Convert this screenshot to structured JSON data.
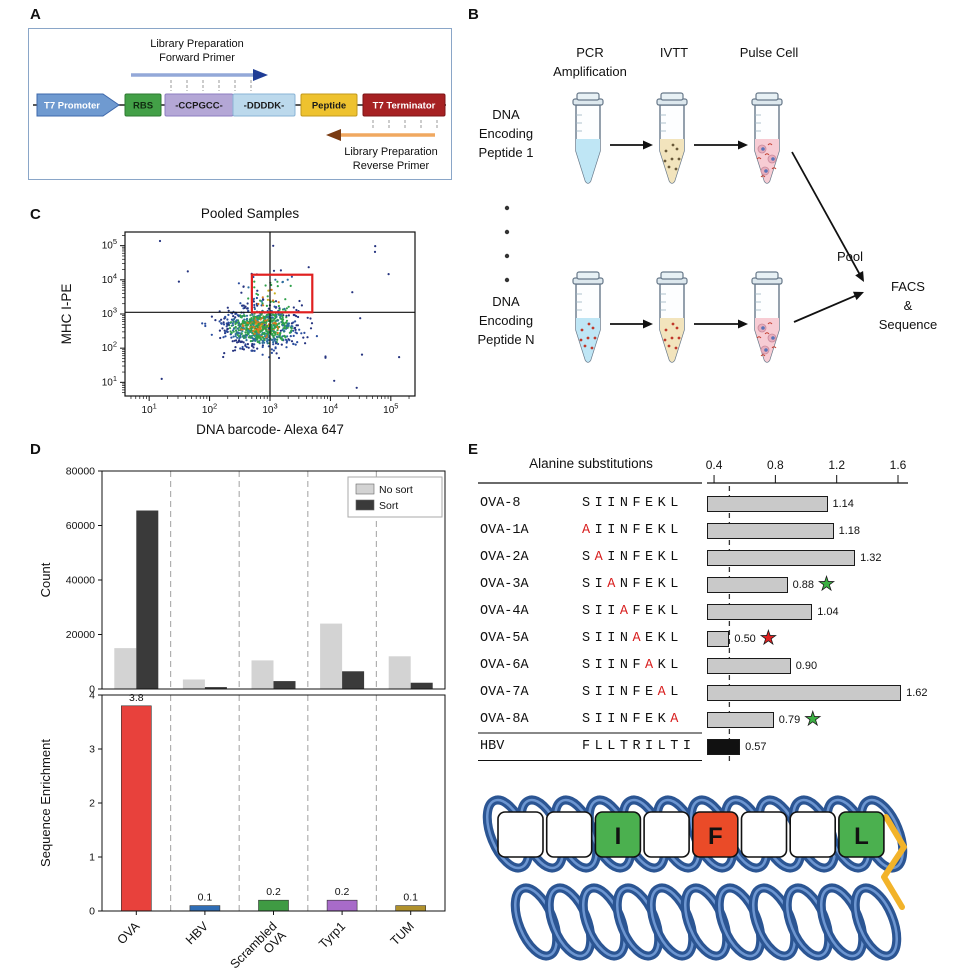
{
  "figure": {
    "panel_labels": {
      "a": "A",
      "b": "B",
      "c": "C",
      "d": "D",
      "e": "E"
    }
  },
  "panel_a": {
    "construct": [
      {
        "label": "T7 Promoter",
        "shape": "arrow",
        "fill": "#6f9ad0",
        "stroke": "#3e68ab",
        "text_color": "#ffffff"
      },
      {
        "label": "RBS",
        "shape": "box",
        "fill": "#43a047",
        "stroke": "#2d7a31",
        "text_color": "#102b10"
      },
      {
        "label": "-CCPGCC-",
        "shape": "box",
        "fill": "#b4a7d6",
        "stroke": "#8d7cc0",
        "text_color": "#1a1a1a"
      },
      {
        "label": "-DDDDK-",
        "shape": "box",
        "fill": "#bcd9ec",
        "stroke": "#8ab4d6",
        "text_color": "#1a1a1a"
      },
      {
        "label": "Peptide",
        "shape": "box",
        "fill": "#eec22f",
        "stroke": "#c3991c",
        "text_color": "#1a1a1a"
      },
      {
        "label": "T7 Terminator",
        "shape": "box",
        "fill": "#a62123",
        "stroke": "#7c1517",
        "text_color": "#ffffff"
      }
    ],
    "forward_primer_label": "Library Preparation\nForward Primer",
    "reverse_primer_label": "Library Preparation\nReverse Primer"
  },
  "panel_b": {
    "col_headers": [
      "PCR\nAmplification",
      "IVTT",
      "Pulse Cell"
    ],
    "row_labels": [
      "DNA\nEncoding\nPeptide 1",
      "DNA\nEncoding\nPeptide N"
    ],
    "pool_label": "Pool",
    "facs_label": "FACS\n&\nSequence"
  },
  "panel_c": {
    "chart_data": {
      "type": "scatter",
      "title": "Pooled Samples",
      "xlabel": "DNA barcode- Alexa 647",
      "ylabel": "MHC I-PE",
      "x_scale": "log",
      "y_scale": "log",
      "x_range_decades": [
        0.6,
        5.4
      ],
      "y_range_decades": [
        0.6,
        5.4
      ],
      "decade_ticks": [
        1,
        2,
        3,
        4,
        5
      ],
      "quadrant_x": 3.0,
      "quadrant_y": 3.05,
      "gate": {
        "x0": 2.7,
        "x1": 3.7,
        "y0": 3.05,
        "y1": 4.15,
        "color": "#e02020"
      },
      "cluster": {
        "cx": 2.85,
        "cy": 2.6,
        "sx": 0.3,
        "sy": 0.27,
        "n": 850,
        "seed": 7
      },
      "tail": {
        "cx": 3.0,
        "cy": 3.5,
        "sx": 0.22,
        "sy": 0.42,
        "n": 70,
        "seed": 11
      },
      "sparse_n": 22,
      "sparse_seed": 23
    }
  },
  "panel_d": {
    "chart_data": [
      {
        "type": "bar",
        "ylabel": "Count",
        "ylim": [
          0,
          80000
        ],
        "yticks": [
          0,
          20000,
          40000,
          60000,
          80000
        ],
        "categories": [
          "OVA",
          "HBV",
          "Scrambled\nOVA",
          "Tyrp1",
          "TUM"
        ],
        "series": [
          {
            "name": "No sort",
            "color": "#d3d3d3",
            "values": [
              15000,
              3500,
              10500,
              24000,
              12000
            ]
          },
          {
            "name": "Sort",
            "color": "#3a3a3a",
            "values": [
              65500,
              700,
              2900,
              6500,
              2300
            ]
          }
        ],
        "legend_position": "upper right"
      },
      {
        "type": "bar",
        "ylabel": "Sequence Enrichment",
        "ylim": [
          0,
          4
        ],
        "yticks": [
          0,
          1,
          2,
          3,
          4
        ],
        "categories": [
          "OVA",
          "HBV",
          "Scrambled\nOVA",
          "Tyrp1",
          "TUM"
        ],
        "values": [
          3.8,
          0.1,
          0.2,
          0.2,
          0.1
        ],
        "value_labels": [
          "3.8",
          "0.1",
          "0.2",
          "0.2",
          "0.1"
        ],
        "bar_colors": [
          "#e8413c",
          "#2f6db5",
          "#3f9b43",
          "#a86bc9",
          "#b0912c"
        ]
      }
    ]
  },
  "panel_e": {
    "title": "Alanine substitutions",
    "chart_data": {
      "type": "bar",
      "orientation": "horizontal",
      "axis_ticks": [
        0.4,
        0.8,
        1.2,
        1.6
      ],
      "axis_min": 0.354,
      "dashed_line": 0.5,
      "bar_color": "#c9c9c9",
      "star_colors": {
        "green": "#3cb043",
        "red": "#e02020"
      },
      "rows": [
        {
          "name": "OVA-8",
          "sequence": "SIINFEKL",
          "red_index": -1,
          "value": 1.14,
          "label": "1.14",
          "star": null
        },
        {
          "name": "OVA-1A",
          "sequence": "AIINFEKL",
          "red_index": 0,
          "value": 1.18,
          "label": "1.18",
          "star": null
        },
        {
          "name": "OVA-2A",
          "sequence": "SAINFEKL",
          "red_index": 1,
          "value": 1.32,
          "label": "1.32",
          "star": null
        },
        {
          "name": "OVA-3A",
          "sequence": "SIANFEKL",
          "red_index": 2,
          "value": 0.88,
          "label": "0.88",
          "star": "green"
        },
        {
          "name": "OVA-4A",
          "sequence": "SIIAFEKL",
          "red_index": 3,
          "value": 1.04,
          "label": "1.04",
          "star": null
        },
        {
          "name": "OVA-5A",
          "sequence": "SIINAEKL",
          "red_index": 4,
          "value": 0.5,
          "label": "0.50",
          "star": "red"
        },
        {
          "name": "OVA-6A",
          "sequence": "SIINFAKL",
          "red_index": 5,
          "value": 0.9,
          "label": "0.90",
          "star": null
        },
        {
          "name": "OVA-7A",
          "sequence": "SIINFEAL",
          "red_index": 6,
          "value": 1.62,
          "label": "1.62",
          "star": null
        },
        {
          "name": "OVA-8A",
          "sequence": "SIINFEKA",
          "red_index": 7,
          "value": 0.79,
          "label": "0.79",
          "star": "green"
        },
        {
          "name": "HBV",
          "sequence": "FLLTRILTI",
          "red_index": -1,
          "value": 0.57,
          "label": "0.57",
          "star": null,
          "bar_color": "#111111"
        }
      ]
    },
    "helix_squares": [
      {
        "letter": "",
        "fill": "#ffffff"
      },
      {
        "letter": "",
        "fill": "#ffffff"
      },
      {
        "letter": "I",
        "fill": "#4bb04f"
      },
      {
        "letter": "",
        "fill": "#ffffff"
      },
      {
        "letter": "F",
        "fill": "#ea4b28"
      },
      {
        "letter": "",
        "fill": "#ffffff"
      },
      {
        "letter": "",
        "fill": "#ffffff"
      },
      {
        "letter": "L",
        "fill": "#4bb04f"
      }
    ],
    "helix_colors": {
      "coil": "#2b5593",
      "coil_highlight": "#6d96d1",
      "linker": "#f2b32a"
    }
  }
}
